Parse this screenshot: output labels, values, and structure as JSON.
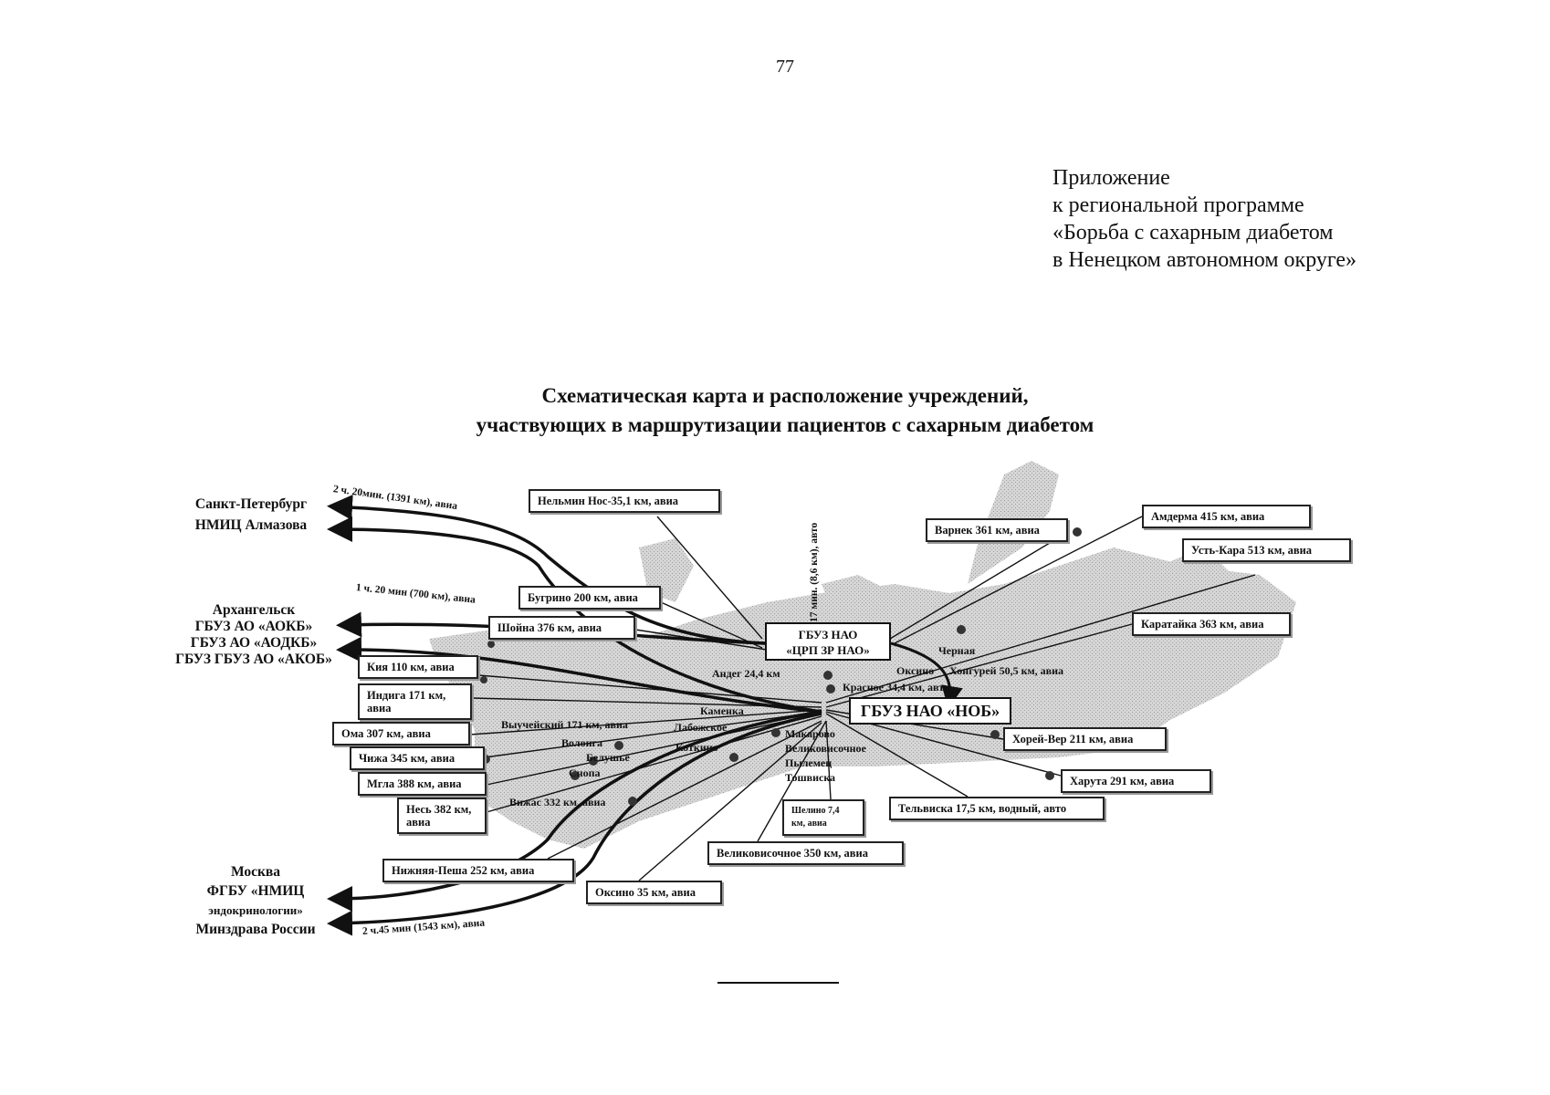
{
  "page_number": "77",
  "appendix": {
    "lines": [
      "Приложение",
      "к региональной программе",
      "«Борьба с сахарным диабетом",
      "в Ненецком автономном округе»"
    ]
  },
  "title": {
    "lines": [
      "Схематическая карта и расположение учреждений,",
      "участвующих в маршрутизации пациентов с сахарным диабетом"
    ]
  },
  "cities": {
    "spb": [
      "Санкт-Петербург",
      "НМИЦ Алмазова"
    ],
    "arkh": [
      "Архангельск",
      "ГБУЗ АО «АОКБ»",
      "ГБУЗ АО «АОДКБ»",
      "ГБУЗ ГБУЗ АО «АКОБ»"
    ],
    "moscow": [
      "Москва",
      "ФГБУ «НМИЦ",
      "эндокринологии»",
      "Минздрава России"
    ]
  },
  "routes": {
    "spb": "2 ч. 20мин. (1391 км), авиа",
    "arkh": "1 ч. 20 мин (700 км), авиа",
    "moscow": "2 ч.45 мин (1543 км), авиа",
    "hub_link": "17 мин. (8,6 км), авто"
  },
  "hubs": {
    "crp": [
      "ГБУЗ НАО",
      "«ЦРП ЗР НАО»"
    ],
    "nob": "ГБУЗ НАО «НОБ»"
  },
  "boxes": [
    "Нельмин Нос-35,1 км, авиа",
    "Варнек 361 км, авиа",
    "Амдерма 415 км, авиа",
    "Усть-Кара 513 км, авиа",
    "Бугрино 200 км, авиа",
    "Шойна 376 км, авиа",
    "Каратайка 363 км, авиа",
    "Кия 110 км, авиа",
    "Индига 171 км, авиа",
    "Ома 307 км, авиа",
    "Чижа 345 км, авиа",
    "Мгла 388 км, авиа",
    "Несь 382 км, авиа",
    "Хорей-Вер 211 км, авиа",
    "Харута 291 км, авиа",
    "Тельвиска 17,5 км, водный, авто",
    "Шелино 7,4 км, авиа",
    "Великовисочное 350 км, авиа",
    "Нижняя-Пеша 252 км, авиа",
    "Оксино 35 км, авиа"
  ],
  "places": [
    "Черная",
    "Оксино",
    "Хонгурей 50,5 км, авиа",
    "Андег 24,4 км",
    "Красное 34,4 км, авто",
    "Каменка",
    "Выучейский 171 км, авиа",
    "Лабожское",
    "Макарово",
    "Великовисочное",
    "Пылемец",
    "Тошвиска",
    "Коткино",
    "Волонга",
    "Белушье",
    "Снопа",
    "Вижас 332 км, авиа"
  ]
}
